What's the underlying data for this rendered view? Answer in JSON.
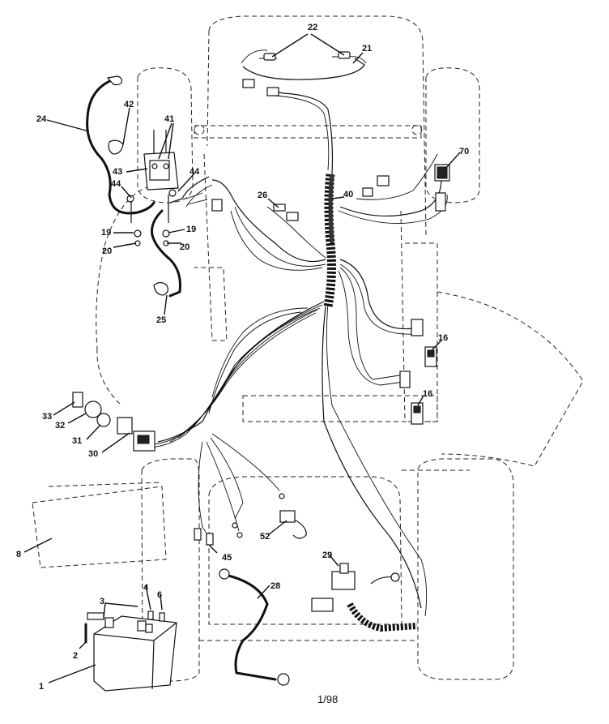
{
  "labels": {
    "l1": "1",
    "l2": "2",
    "l3": "3",
    "l4": "4",
    "l6": "6",
    "l8": "8",
    "l16a": "16",
    "l16b": "16",
    "l19a": "19",
    "l19b": "19",
    "l20a": "20",
    "l20b": "20",
    "l21": "21",
    "l22": "22",
    "l24": "24",
    "l25": "25",
    "l26": "26",
    "l28": "28",
    "l29": "29",
    "l30": "30",
    "l31": "31",
    "l32": "32",
    "l33": "33",
    "l40": "40",
    "l41": "41",
    "l42": "42",
    "l43": "43",
    "l44a": "44",
    "l44b": "44",
    "l45": "45",
    "l52": "52",
    "l70": "70"
  },
  "footer": {
    "date": "1/98"
  }
}
